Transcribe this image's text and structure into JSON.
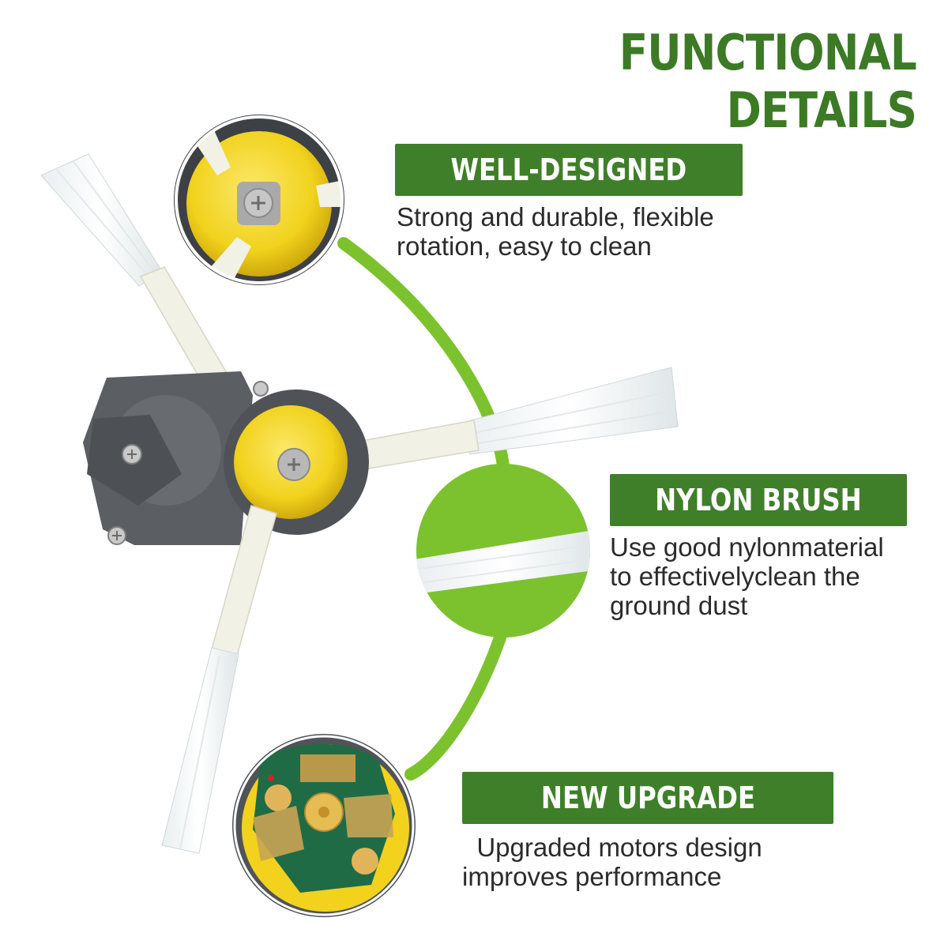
{
  "page": {
    "title": "FUNCTIONAL DETAILS",
    "accent_color": "#3f7f2a",
    "line_color": "#7cc22e",
    "features": [
      {
        "heading": "WELL-DESIGNED",
        "line1": "Strong and durable, flexible",
        "line2": "rotation, easy to clean",
        "line3": ""
      },
      {
        "heading": "NYLON BRUSH",
        "line1": "Use good nylonmaterial",
        "line2": "to effectivelyclean the",
        "line3": "ground dust"
      },
      {
        "heading": "NEW UPGRADE",
        "line1": "  Upgraded motors design",
        "line2": "improves performance",
        "line3": ""
      }
    ],
    "images": {
      "top_detail": "brush-hub-closeup",
      "middle_detail": "nylon-bristle-closeup",
      "bottom_detail": "motor-circuit-closeup",
      "product": "side-brush-with-gear-motor"
    }
  }
}
